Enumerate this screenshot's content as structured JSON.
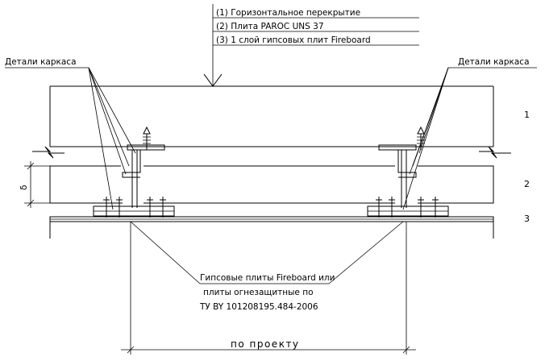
{
  "legend": {
    "item1": "(1) Горизонтальное перекрытие",
    "item2": "(2) Плита PAROC UNS 37",
    "item3": "(3) 1 слой гипсовых плит Fireboard"
  },
  "callouts": {
    "frame_left": "Детали каркаса",
    "frame_right": "Детали каркаса",
    "board_line1": "Гипсовые плиты Fireboard или",
    "board_line2": "плиты огнезащитные по",
    "board_line3": "ТУ BY 101208195.484-2006"
  },
  "layer_numbers": {
    "n1": "1",
    "n2": "2",
    "n3": "3"
  },
  "dimensions": {
    "thickness": "δ",
    "span": "по проекту"
  }
}
